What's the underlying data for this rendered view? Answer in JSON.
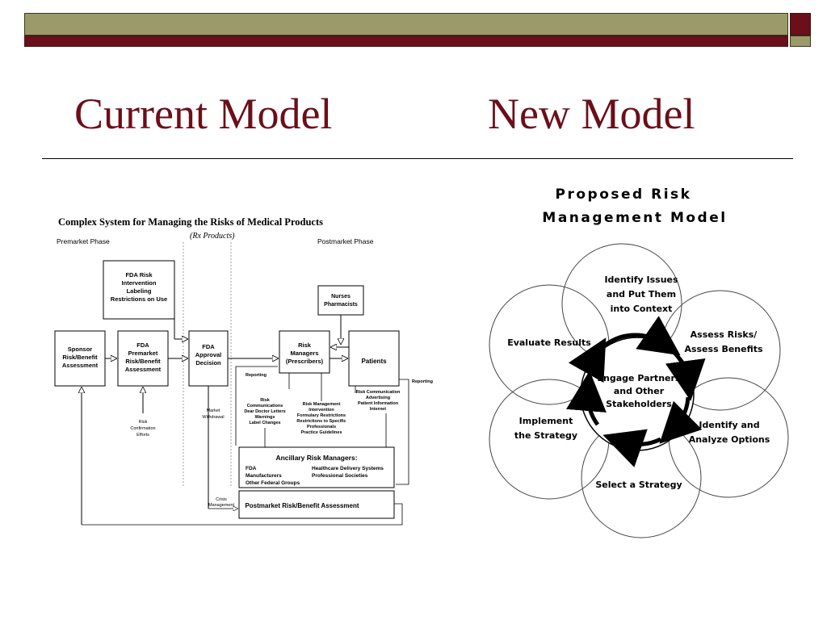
{
  "slide": {
    "title_left": "Current Model",
    "title_right": "New Model"
  },
  "colors": {
    "title": "#6b0f1a",
    "band_olive": "#9b9a6a",
    "band_maroon": "#6b0f1a"
  },
  "current_model": {
    "heading": "Complex System for Managing the Risks of Medical Products",
    "subheading": "(Rx Products)",
    "premarket_label": "Premarket Phase",
    "postmarket_label": "Postmarket Phase",
    "boxes": {
      "fda_risk": [
        "FDA Risk",
        "Intervention",
        "Labeling",
        "Restrictions on Use"
      ],
      "sponsor": [
        "Sponsor",
        "Risk/Benefit",
        "Assessment"
      ],
      "fda_premarket": [
        "FDA",
        "Premarket",
        "Risk/Benefit",
        "Assessment"
      ],
      "fda_approval": [
        "FDA",
        "Approval",
        "Decision"
      ],
      "risk_managers": [
        "Risk",
        "Managers",
        "(Prescribers)"
      ],
      "nurses": [
        "Nurses",
        "Pharmacists"
      ],
      "patients": [
        "Patients"
      ]
    },
    "labels": {
      "risk_confirmation": [
        "Risk",
        "Confirmation",
        "Efforts"
      ],
      "reporting_left": "Reporting",
      "reporting_right": "Reporting",
      "market_withdrawal": [
        "Market",
        "Withdrawal"
      ],
      "risk_communications": [
        "Risk",
        "Communications",
        "Dear Doctor Letters",
        "Warnings",
        "Label Changes"
      ],
      "risk_mgmt_intervention": [
        "Risk Management",
        "Intervention",
        "Formulary Restrictions",
        "Restrictions to Specific",
        "Professionals",
        "Practice Guidelines"
      ],
      "risk_communication_patients": [
        "Risk Communication",
        "Advertising",
        "Patient Information",
        "Internet"
      ],
      "crisis_management": [
        "Crisis",
        "Management"
      ]
    },
    "ancillary": {
      "title": "Ancillary Risk Managers:",
      "left": [
        "FDA",
        "Manufacturers",
        "Other Federal Groups"
      ],
      "right": [
        "Healthcare Delivery Systems",
        "Professional Societies"
      ]
    },
    "postmarket_box": "Postmarket Risk/Benefit Assessment"
  },
  "new_model": {
    "title_line1": "Proposed Risk",
    "title_line2": "Management Model",
    "center": [
      "Engage Partners",
      "and Other",
      "Stakeholders"
    ],
    "circles": [
      [
        "Identify Issues",
        "and Put Them",
        "into Context"
      ],
      [
        "Assess Risks/",
        "Assess Benefits"
      ],
      [
        "Identify and",
        "Analyze Options"
      ],
      [
        "Select a Strategy"
      ],
      [
        "Implement",
        "the Strategy"
      ],
      [
        "Evaluate Results"
      ]
    ]
  }
}
